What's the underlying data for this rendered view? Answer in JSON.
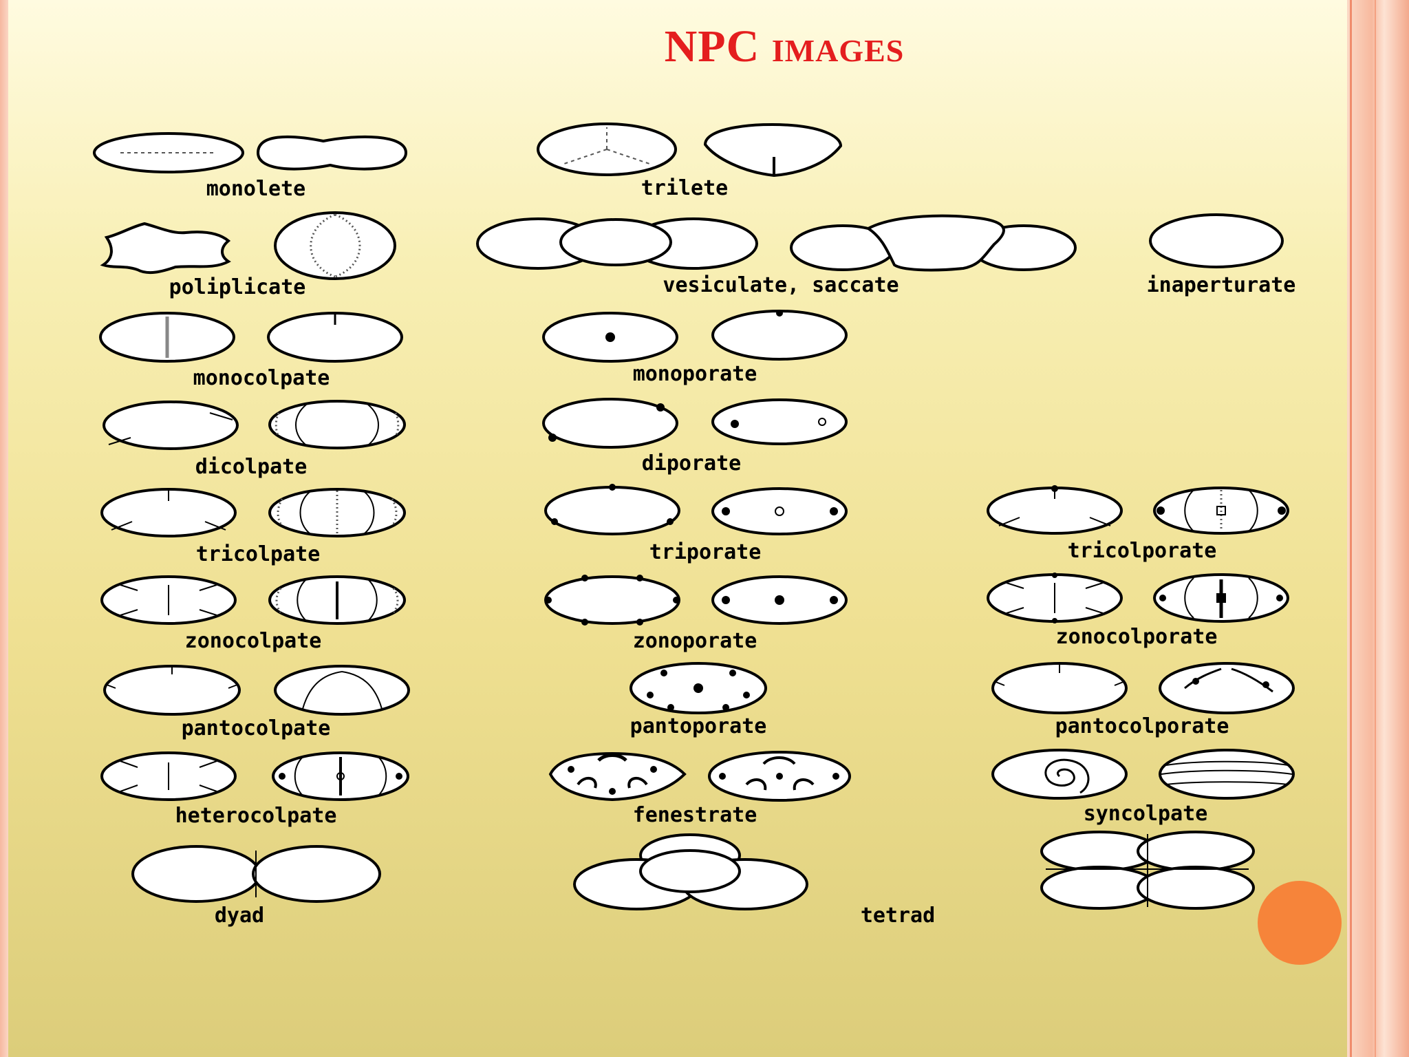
{
  "title": "NPC images",
  "labels": {
    "monolete": "monolete",
    "trilete": "trilete",
    "poliplicate": "poliplicate",
    "vesiculate": "vesiculate, saccate",
    "inaperturate": "inaperturate",
    "monocolpate": "monocolpate",
    "monoporate": "monoporate",
    "dicolpate": "dicolpate",
    "diporate": "diporate",
    "tricolpate": "tricolpate",
    "triporate": "triporate",
    "tricolporate": "tricolporate",
    "zonocolpate": "zonocolpate",
    "zonoporate": "zonoporate",
    "zonocolporate": "zonocolporate",
    "pantocolpate": "pantocolpate",
    "pantoporate": "pantoporate",
    "pantocolporate": "pantocolporate",
    "heterocolpate": "heterocolpate",
    "fenestrate": "fenestrate",
    "syncolpate": "syncolpate",
    "dyad": "dyad",
    "tetrad": "tetrad"
  },
  "colors": {
    "title": "#e41e1e",
    "accent_circle": "#f6843a",
    "background_top": "#fffbe0",
    "background_bottom": "#dccd7a"
  }
}
